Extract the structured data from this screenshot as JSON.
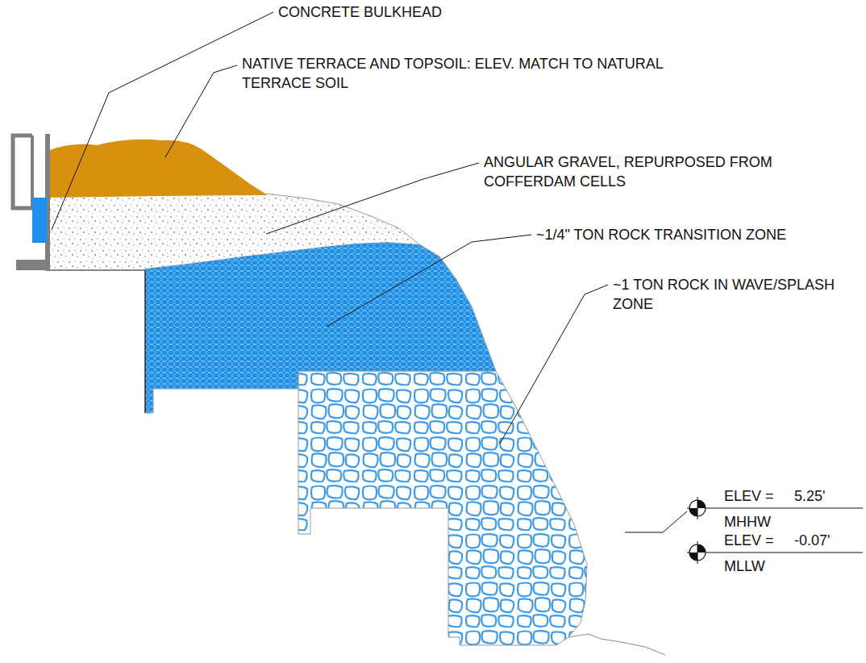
{
  "diagram": {
    "labels": [
      "CONCRETE BULKHEAD",
      "NATIVE TERRACE AND TOPSOIL: ELEV. MATCH TO NATURAL TERRACE SOIL",
      "ANGULAR GRAVEL, REPURPOSED FROM COFFERDAM CELLS",
      "~1/4\" TON ROCK TRANSITION ZONE",
      "~1 TON ROCK IN WAVE/SPLASH ZONE",
      "ELEV =",
      "5.25'",
      "MHHW",
      "ELEV =",
      "-0.07'",
      "MLLW"
    ]
  }
}
